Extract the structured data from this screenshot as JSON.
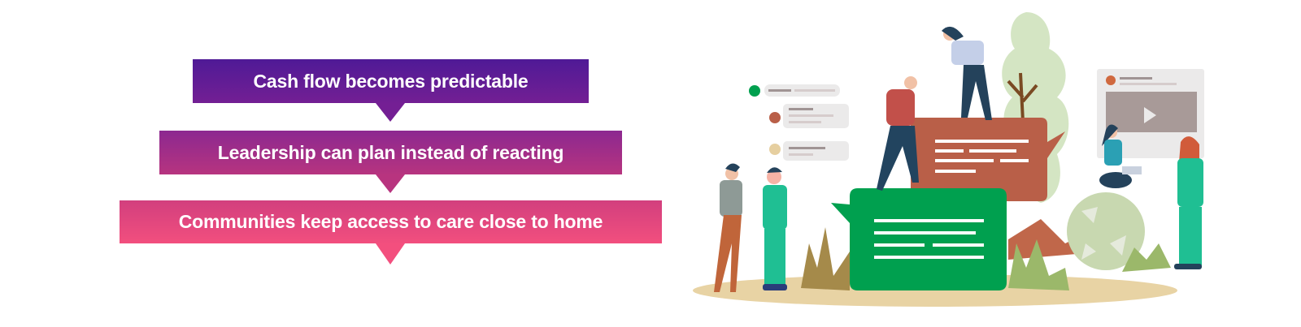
{
  "flow": {
    "steps": [
      {
        "label": "Cash flow becomes predictable"
      },
      {
        "label": "Leadership can plan instead of reacting"
      },
      {
        "label": "Communities keep access to care close to home"
      }
    ],
    "colors": {
      "top": "#4f1a96",
      "bottom": "#f24f7e"
    }
  },
  "illustration": {
    "description": "People collaborating around chat bubbles, a video card and a globe",
    "colors": {
      "green_bubble": "#00a04f",
      "brown_bubble": "#b95f48",
      "ground": "#e8d3a4",
      "tree": "#d4e5c3",
      "scrubs": "#1fbf93"
    }
  }
}
